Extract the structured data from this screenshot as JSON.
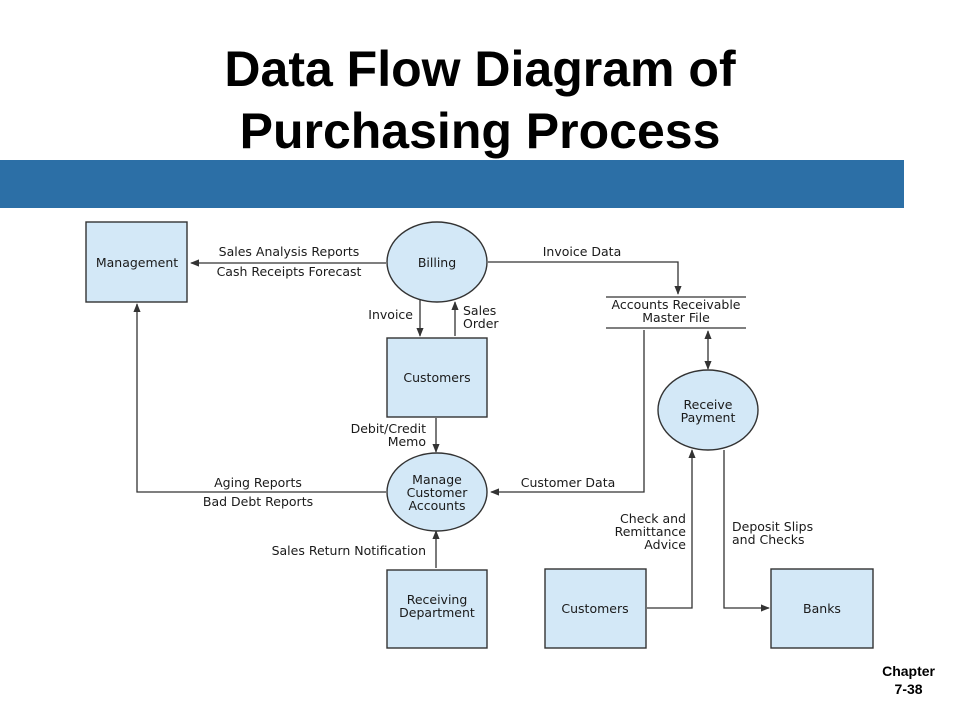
{
  "title": {
    "line1": "Data Flow Diagram of",
    "line2": "Purchasing Process"
  },
  "footer": {
    "line1": "Chapter",
    "line2": "7-38"
  },
  "colors": {
    "band": "#2c6fa6",
    "node_fill": "#d3e8f7",
    "line": "#333333"
  },
  "nodes": {
    "management": "Management",
    "billing": "Billing",
    "customers_top": "Customers",
    "manage_accounts": [
      "Manage",
      "Customer",
      "Accounts"
    ],
    "receiving": [
      "Receiving",
      "Department"
    ],
    "ar_master_file": [
      "Accounts Receivable",
      "Master File"
    ],
    "receive_payment": [
      "Receive",
      "Payment"
    ],
    "customers_bottom": "Customers",
    "banks": "Banks"
  },
  "flows": {
    "sales_analysis": "Sales Analysis Reports",
    "cash_receipts": "Cash Receipts Forecast",
    "invoice_data": "Invoice Data",
    "invoice": "Invoice",
    "sales_order": [
      "Sales",
      "Order"
    ],
    "debit_credit": [
      "Debit/Credit",
      "Memo"
    ],
    "aging": "Aging Reports",
    "bad_debt": "Bad Debt Reports",
    "customer_data": "Customer Data",
    "sales_return": "Sales Return Notification",
    "check_remit": [
      "Check and",
      "Remittance",
      "Advice"
    ],
    "deposit": [
      "Deposit Slips",
      "and Checks"
    ]
  }
}
